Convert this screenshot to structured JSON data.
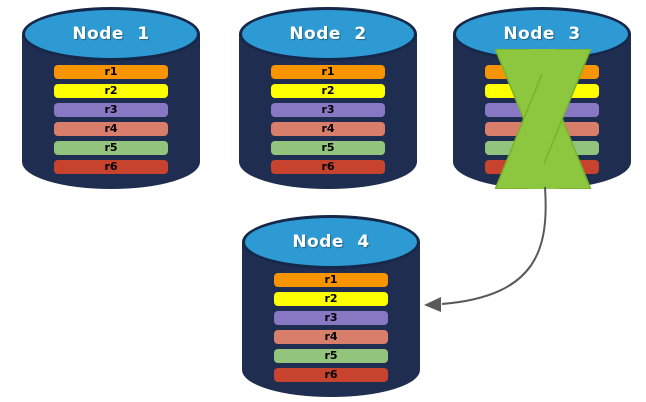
{
  "background": "#FFFFFF",
  "palette": {
    "cylinder_body": "#1F2E50",
    "cylinder_top_blue": "#2E9AD4",
    "cylinder_outline": "#16284A",
    "node_label_color": "#FFFFFF",
    "row_text_color": "#000000",
    "x_mark_green": "#8DC63F",
    "arrow_gray": "#595959"
  },
  "nodes": [
    {
      "label": "Node 1",
      "failed": false,
      "rows": [
        {
          "label": "r1",
          "color": "#F79400"
        },
        {
          "label": "r2",
          "color": "#FFFF00"
        },
        {
          "label": "r3",
          "color": "#8878C3"
        },
        {
          "label": "r4",
          "color": "#D97E6B"
        },
        {
          "label": "r5",
          "color": "#93C47D"
        },
        {
          "label": "r6",
          "color": "#C7432D"
        }
      ]
    },
    {
      "label": "Node 2",
      "failed": false,
      "rows": [
        {
          "label": "r1",
          "color": "#F79400"
        },
        {
          "label": "r2",
          "color": "#FFFF00"
        },
        {
          "label": "r3",
          "color": "#8878C3"
        },
        {
          "label": "r4",
          "color": "#D97E6B"
        },
        {
          "label": "r5",
          "color": "#93C47D"
        },
        {
          "label": "r6",
          "color": "#C7432D"
        }
      ]
    },
    {
      "label": "Node 3",
      "failed": true,
      "rows": [
        {
          "label": "r1",
          "color": "#F79400"
        },
        {
          "label": "r2",
          "color": "#FFFF00"
        },
        {
          "label": "r3",
          "color": "#8878C3"
        },
        {
          "label": "r4",
          "color": "#D97E6B"
        },
        {
          "label": "r5",
          "color": "#93C47D"
        },
        {
          "label": "r6",
          "color": "#C7432D"
        }
      ]
    },
    {
      "label": "Node 4",
      "failed": false,
      "rows": [
        {
          "label": "r1",
          "color": "#F79400"
        },
        {
          "label": "r2",
          "color": "#FFFF00"
        },
        {
          "label": "r3",
          "color": "#8878C3"
        },
        {
          "label": "r4",
          "color": "#D97E6B"
        },
        {
          "label": "r5",
          "color": "#93C47D"
        },
        {
          "label": "r6",
          "color": "#C7432D"
        }
      ]
    }
  ],
  "annotations": {
    "x_mark": {
      "on_node": "Node 3",
      "icon": "x-mark-icon",
      "color": "#8DC63F"
    },
    "arrow": {
      "from": "Node 3",
      "to": "Node 4",
      "color": "#595959"
    }
  }
}
